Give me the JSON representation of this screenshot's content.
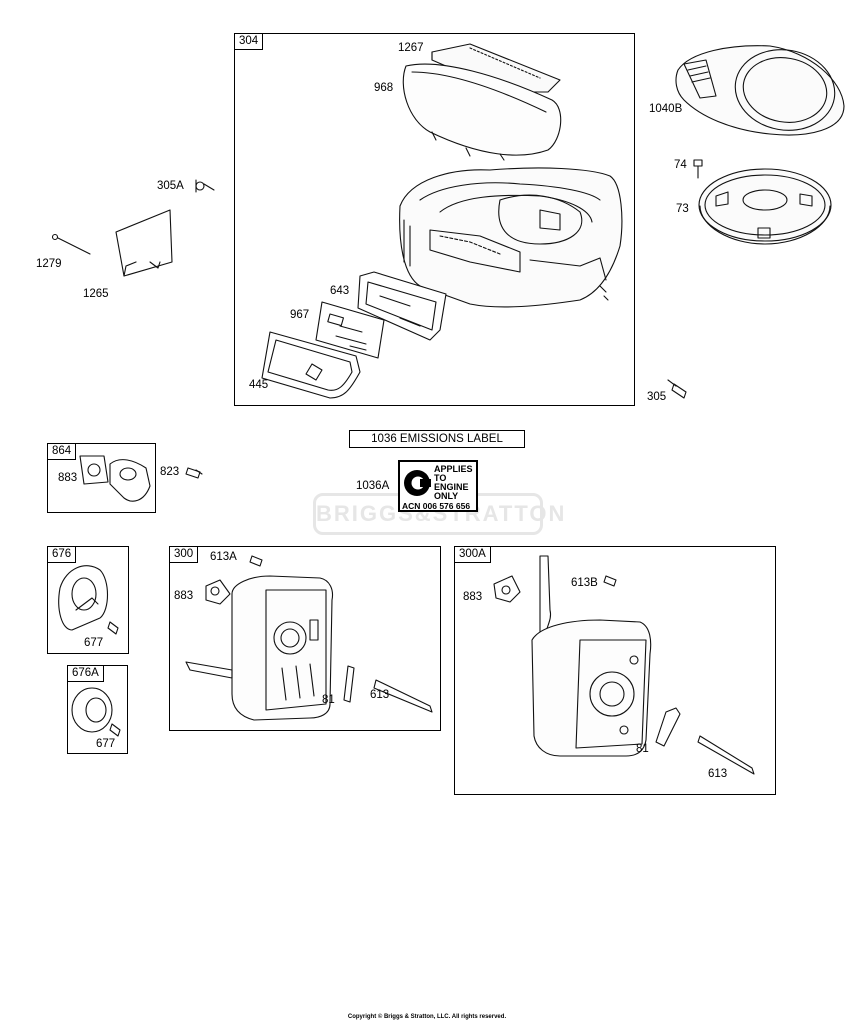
{
  "boxes": {
    "b304": "304",
    "b864": "864",
    "b676": "676",
    "b676a": "676A",
    "b300": "300",
    "b300a": "300A"
  },
  "labels": {
    "p1267": "1267",
    "p968": "968",
    "p1040b": "1040B",
    "p74": "74",
    "p73": "73",
    "p305a": "305A",
    "p1279": "1279",
    "p1265": "1265",
    "p643": "643",
    "p967": "967",
    "p445": "445",
    "p305": "305",
    "p883a": "883",
    "p823": "823",
    "p1036a": "1036A",
    "p677a": "677",
    "p677b": "677",
    "p613a": "613A",
    "p883b": "883",
    "p81a": "81",
    "p613a2": "613",
    "p613b": "613B",
    "p883c": "883",
    "p81b": "81",
    "p613b2": "613"
  },
  "emissions": {
    "title": "1036 EMISSIONS LABEL",
    "line1": "APPLIES",
    "line2": "TO",
    "line3": "ENGINE",
    "line4": "ONLY",
    "acn": "ACN 006 576 656"
  },
  "watermark": "BRIGGS&STRATTON",
  "copyright": "Copyright © Briggs & Stratton, LLC. All rights reserved."
}
